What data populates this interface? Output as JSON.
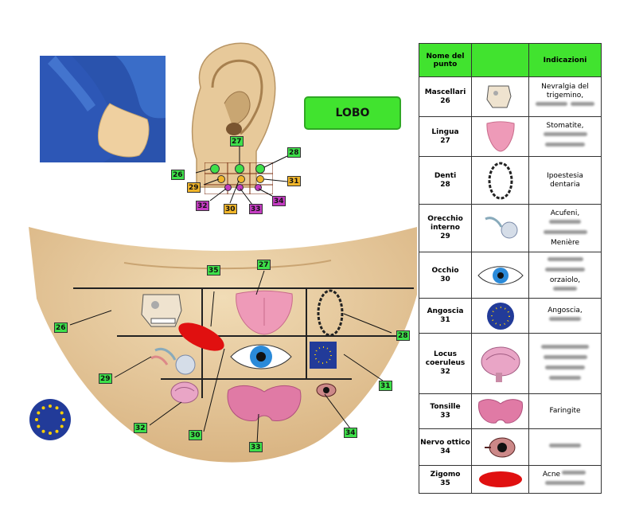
{
  "top_banner": "",
  "lobo_label": "LOBO",
  "ear_points": {
    "p26": "26",
    "p27": "27",
    "p28": "28",
    "p29": "29",
    "p30": "30",
    "p31": "31",
    "p32": "32",
    "p33": "33",
    "p34": "34"
  },
  "chin_points": {
    "p26": "26",
    "p27": "27",
    "p28": "28",
    "p29": "29",
    "p30": "30",
    "p31": "31",
    "p32": "32",
    "p33": "33",
    "p34": "34",
    "p35": "35"
  },
  "table": {
    "header_name": "Nome del punto",
    "header_img": "",
    "header_ind": "Indicazioni",
    "rows": [
      {
        "name": "Mascellari\n26",
        "ind": "Nevralgia del trigemino,"
      },
      {
        "name": "Lingua\n27",
        "ind": "Stomatite,"
      },
      {
        "name": "Denti\n28",
        "ind": "Ipoestesia dentaria"
      },
      {
        "name": "Orecchio interno\n29",
        "ind": "Acufeni,",
        "ind2": "Menière"
      },
      {
        "name": "Occhio\n30",
        "ind": "orzaiolo,"
      },
      {
        "name": "Angoscia\n31",
        "ind": "Angoscia,"
      },
      {
        "name": "Locus coeruleus\n32",
        "ind": ""
      },
      {
        "name": "Tonsille\n33",
        "ind": "Faringite"
      },
      {
        "name": "Nervo ottico\n34",
        "ind": ""
      },
      {
        "name": "Zigomo\n35",
        "ind": "Acne"
      }
    ]
  },
  "colors": {
    "green": "#41e32f",
    "orange": "#f0b52a",
    "magenta": "#c33cc1",
    "skin": "#e8cfa2",
    "inset_blue": "#2a53ad",
    "red_zone": "#e01010"
  }
}
